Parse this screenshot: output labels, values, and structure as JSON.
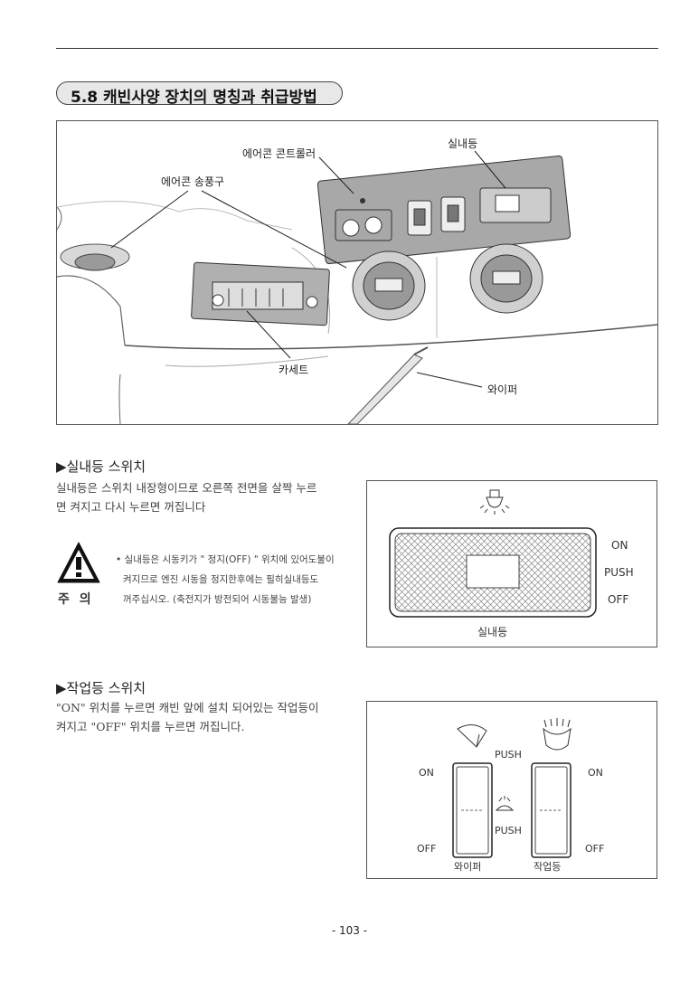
{
  "section_title": "5.8 캐빈사양 장치의 명칭과 취급방법",
  "cabin_figure": {
    "labels": {
      "aircon_controller": "에어콘 콘트롤러",
      "room_light": "실내등",
      "aircon_vent": "에어콘 송풍구",
      "cassette": "카세트",
      "wiper": "와이퍼"
    }
  },
  "room_light_switch": {
    "heading": "▶실내등 스위치",
    "description_lines": [
      "실내등은 스위치 내장형이므로 오른쪽 전면을 살짝 누르",
      "면 켜지고 다시 누르면 꺼집니다"
    ],
    "warning": {
      "label": "주 의",
      "lines": [
        "• 실내등은 시동키가 \" 정지(OFF) \" 위치에 있어도불이",
        "켜지므로 엔진 시동을 정지한후에는 필히실내등도",
        "꺼주십시오. (축전지가 방전되어 시동불능 발생)"
      ]
    },
    "figure": {
      "on": "ON",
      "push": "PUSH",
      "off": "OFF",
      "caption": "실내등"
    }
  },
  "work_light_switch": {
    "heading": "▶작업등 스위치",
    "description_lines": [
      "\"ON\" 위치를 누르면 캐빈 앞에 설치 되어있는 작업등이",
      "켜지고 \"OFF\" 위치를 누르면 꺼집니다."
    ],
    "figure": {
      "left_on": "ON",
      "left_off": "OFF",
      "push_top": "PUSH",
      "push_bottom": "PUSH",
      "right_on": "ON",
      "right_off": "OFF",
      "wiper_caption": "와이퍼",
      "work_light_caption": "작업등"
    }
  },
  "page_number": "- 103 -"
}
